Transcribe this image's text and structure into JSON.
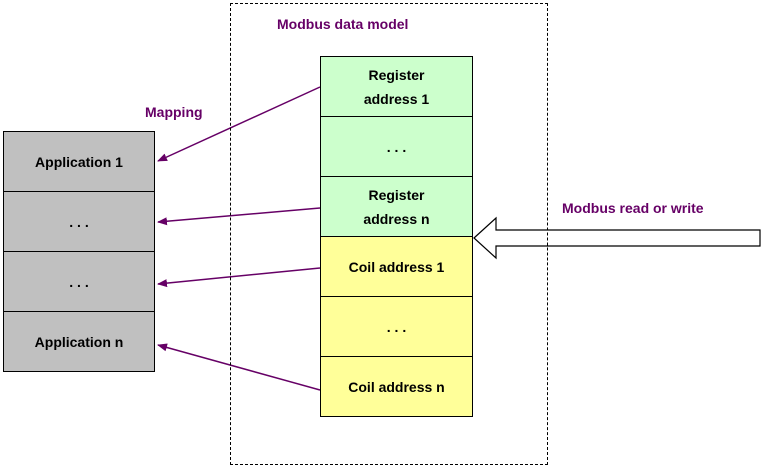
{
  "diagram": {
    "model_title": "Modbus data model",
    "mapping_label": "Mapping",
    "access_label": "Modbus read or write",
    "applications": [
      "Application 1",
      ". . .",
      ". . .",
      "Application n"
    ],
    "registers": [
      {
        "line1": "Register",
        "line2": "address 1"
      },
      {
        "line1": ". . .",
        "line2": ""
      },
      {
        "line1": "Register",
        "line2": "address n"
      }
    ],
    "coils": [
      "Coil address 1",
      ". . .",
      "Coil address n"
    ],
    "colors": {
      "accent": "#660066",
      "application_fill": "#c0c0c0",
      "register_fill": "#ccffcc",
      "coil_fill": "#ffff99"
    }
  }
}
